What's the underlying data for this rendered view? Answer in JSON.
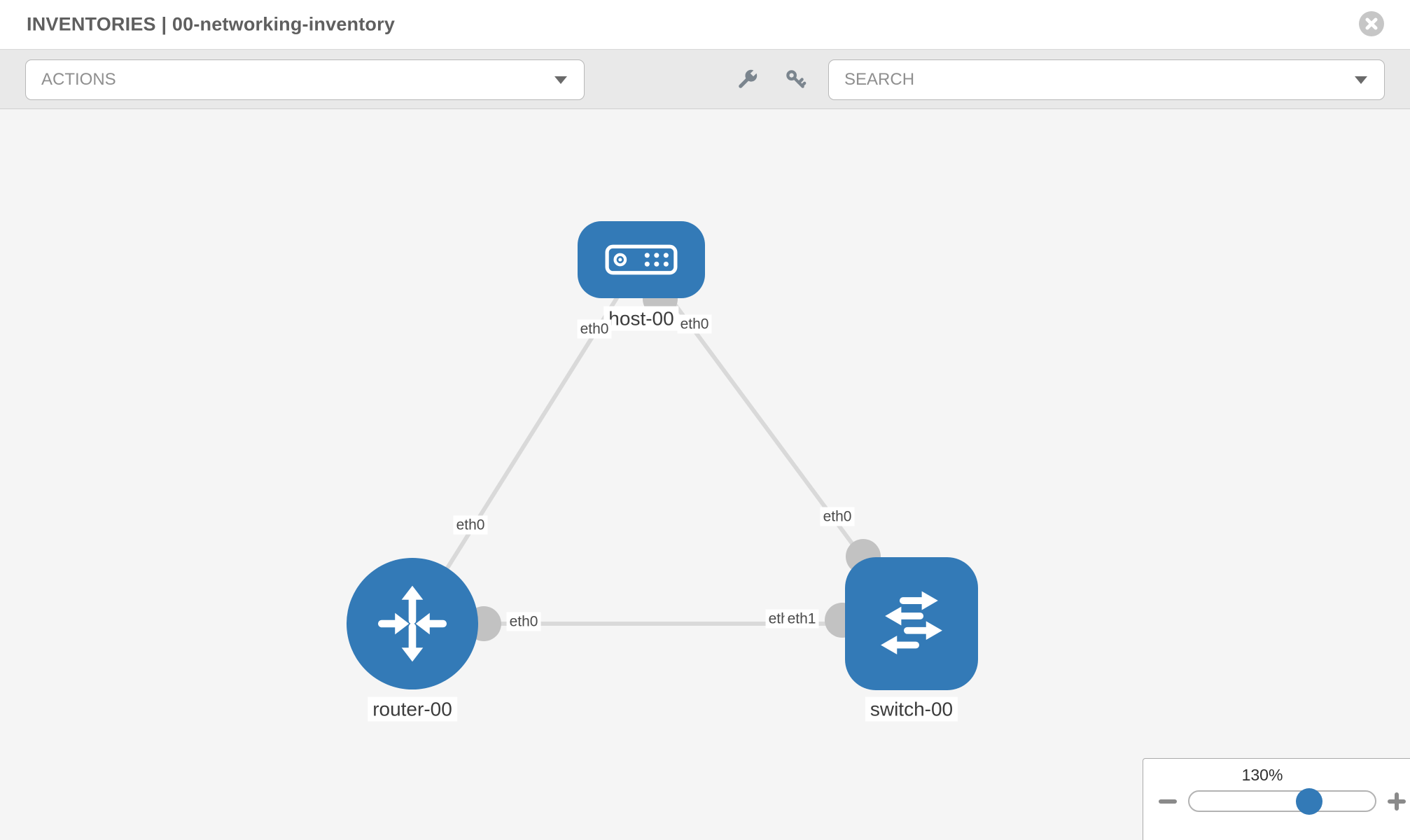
{
  "header": {
    "title": "INVENTORIES | 00-networking-inventory"
  },
  "toolbar": {
    "actions": {
      "label": "ACTIONS"
    },
    "search": {
      "label": "SEARCH"
    }
  },
  "icons": {
    "close": "close-icon",
    "wrench": "wrench-icon",
    "key": "key-icon",
    "caret": "caret-down-icon",
    "zoom_out": "minus-icon",
    "zoom_in": "plus-icon",
    "host": "server-icon",
    "router": "router-arrows-icon",
    "switch": "switch-arrows-icon"
  },
  "colors": {
    "node_blue": "#337ab7",
    "canvas_bg": "#f5f5f5",
    "toolbar_bg": "#e9e9e9",
    "link_gray": "#d9d9d9",
    "bubble_gray": "#c2c2c2",
    "icon_gray": "#7b858e"
  },
  "diagram": {
    "nodes": [
      {
        "id": "host-00",
        "label": "host-00",
        "type": "host"
      },
      {
        "id": "router-00",
        "label": "router-00",
        "type": "router"
      },
      {
        "id": "switch-00",
        "label": "switch-00",
        "type": "switch"
      }
    ],
    "links": [
      {
        "from": "host-00",
        "to": "router-00",
        "from_if": "eth0",
        "to_if": "eth0"
      },
      {
        "from": "host-00",
        "to": "switch-00",
        "from_if": "eth0",
        "to_if": "eth0"
      },
      {
        "from": "router-00",
        "to": "switch-00",
        "from_if": "eth0",
        "to_if": "eth1",
        "to_if_overlapped": "eth0"
      }
    ]
  },
  "zoom_control": {
    "value": "130%",
    "thumb_position_pct": 64.7
  }
}
